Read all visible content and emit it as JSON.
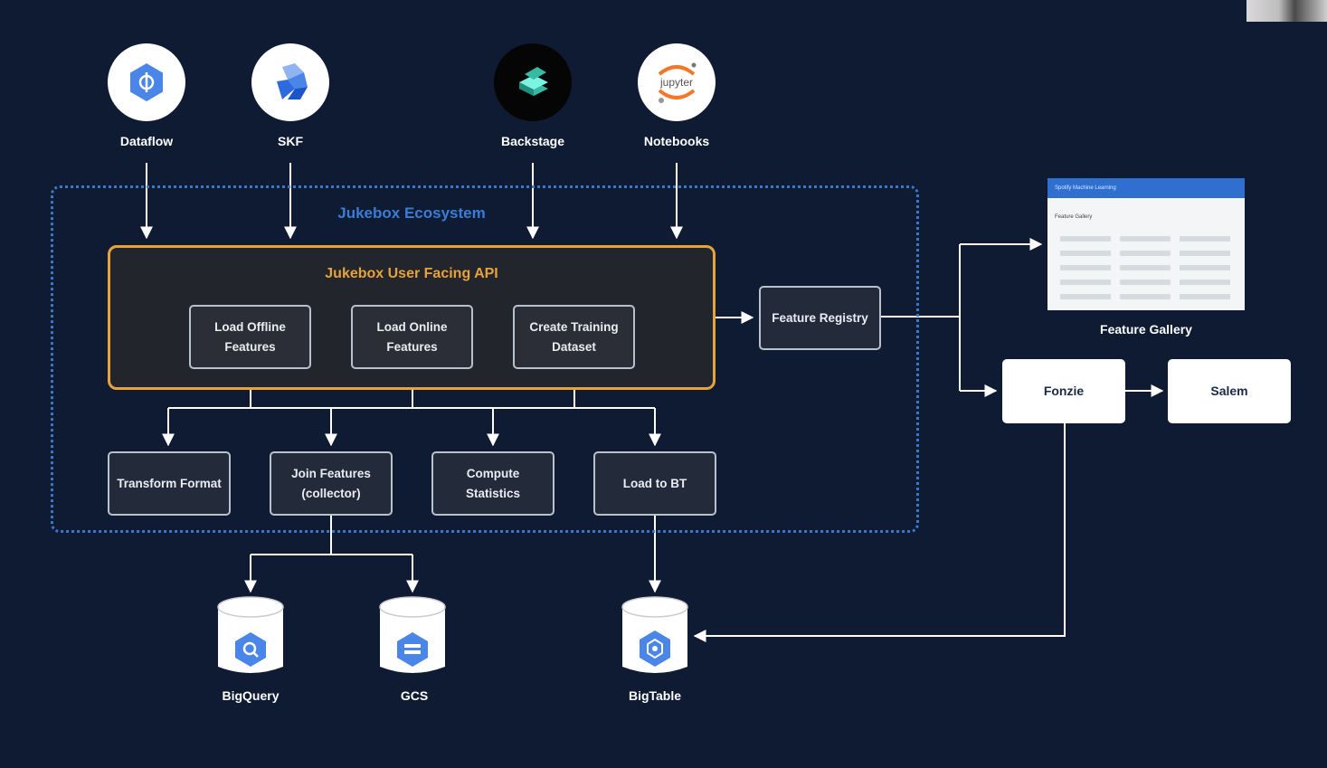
{
  "sources": {
    "dataflow": "Dataflow",
    "skf": "SKF",
    "backstage": "Backstage",
    "notebooks": "Notebooks",
    "jupyter_text": "jupyter"
  },
  "ecosystem": {
    "title": "Jukebox Ecosystem"
  },
  "api": {
    "title": "Jukebox User Facing API",
    "load_offline": "Load Offline Features",
    "load_online": "Load Online Features",
    "create_training": "Create Training Dataset"
  },
  "steps": {
    "transform": "Transform Format",
    "join": "Join Features (collector)",
    "compute": "Compute Statistics",
    "load_bt": "Load to BT"
  },
  "storage": {
    "bigquery": "BigQuery",
    "gcs": "GCS",
    "bigtable": "BigTable"
  },
  "right": {
    "registry": "Feature Registry",
    "gallery": "Feature Gallery",
    "gallery_header": "Spotify Machine Learning",
    "gallery_sub": "Feature Gallery",
    "fonzie": "Fonzie",
    "salem": "Salem"
  },
  "colors": {
    "background": "#0f1a33",
    "ecosystem_border": "#3c78c8",
    "api_border": "#e8a23a",
    "wire": "#ffffff",
    "google_blue": "#4a86e8"
  }
}
